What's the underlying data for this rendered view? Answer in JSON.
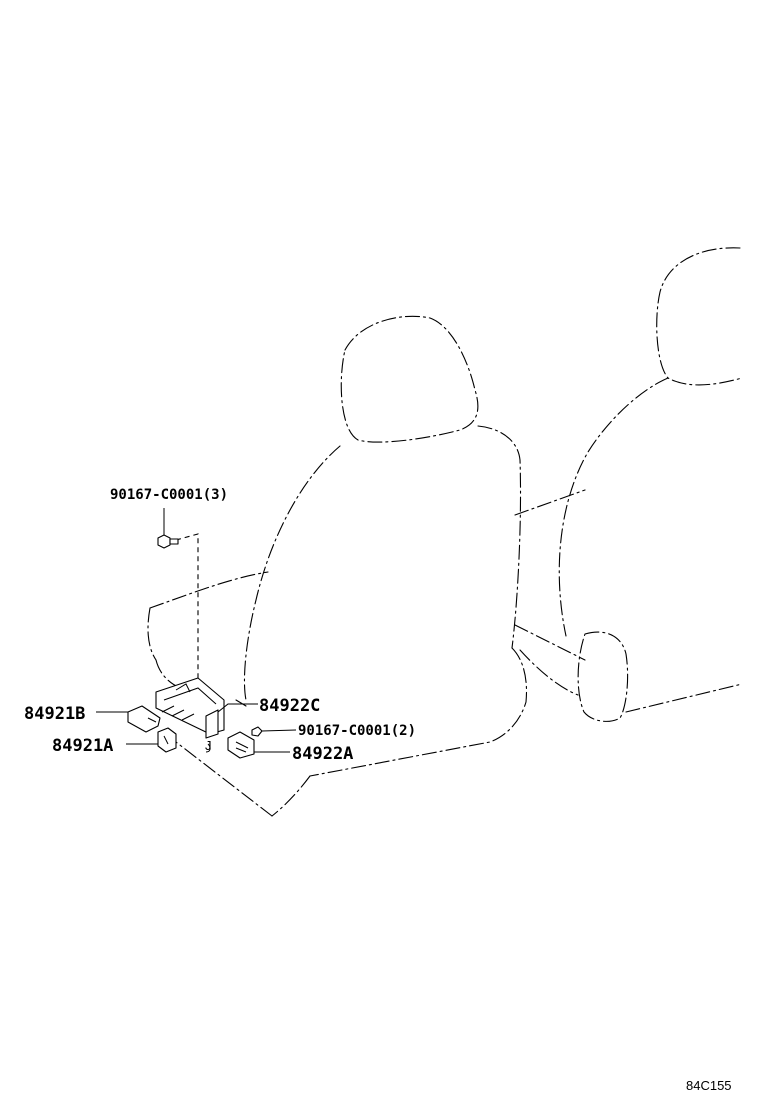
{
  "parts": {
    "bolt_upper": "90167-C0001(3)",
    "cover_c": "84922C",
    "switch_b": "84921B",
    "switch_a": "84921A",
    "bolt_lower": "90167-C0001(2)",
    "cover_a": "84922A"
  },
  "callout_letter": "J",
  "figure_code": "84C155"
}
